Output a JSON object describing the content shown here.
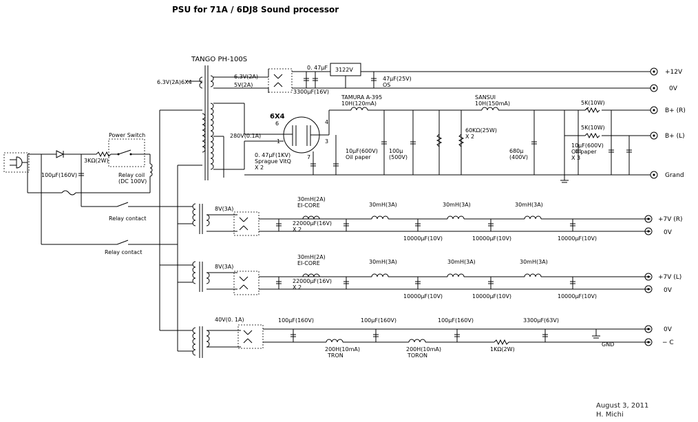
{
  "title": "PSU for 71A / 6DJ8 Sound processor",
  "transformer_main": "TANGO  PH-100S",
  "primary_note": "6.3V(2A)6X4",
  "sec_63": "6.3V(2A)",
  "sec_5v": "5V(2A)",
  "sec_280": "280V(0.1A)",
  "tube": "6X4",
  "pin4": "4",
  "pin6": "6",
  "pin1": "1",
  "pin3": "3",
  "pin7": "7",
  "reg_ic": "3122V",
  "c_047": "0. 47µF",
  "c_3300": "3300µF(16V)",
  "c_47_25": "47µF(25V)",
  "c_47_os": "OS",
  "c_sprague_1": "0. 47µF(1KV)",
  "c_sprague_2": "Sprague VitQ",
  "c_sprague_3": "X 2",
  "choke1_1": "TAMURA A-395",
  "choke1_2": "10H(120mA)",
  "choke2_1": "SANSUI",
  "choke2_2": "10H(150mA)",
  "c_10u600_1": "10µF(600V)",
  "c_10u600_2": "Oil paper",
  "c_100u500_1": "100µ",
  "c_100u500_2": "(500V)",
  "r_60k_1": "60KΩ(25W)",
  "r_60k_2": "X 2",
  "c_680_1": "680µ",
  "c_680_2": "(400V)",
  "c_10u600b_1": "10µF(600V)",
  "c_10u600b_2": "Oil paper",
  "c_10u600b_3": "X 3",
  "r_5k_1": "5K(10W)",
  "r_5k_2": "5K(10W)",
  "term_12v": "+12V",
  "term_0v_a": "0V",
  "term_bR": "B+ (R)",
  "term_bL": "B+ (L)",
  "term_grand": "Grand",
  "power_switch": "Power Switch",
  "r_3k": "3KΩ(2W)",
  "c_100_160": "100µF(160V)",
  "relay_coil_1": "Relay coil",
  "relay_coil_2": "(DC 100V)",
  "relay_contact_1": "Relay contact",
  "relay_contact_2": "Relay contact",
  "ch_R": {
    "sec": "8V(3A)",
    "choke_a_1": "30mH(2A)",
    "choke_a_2": "EI-CORE",
    "cap_a_1": "22000µF(16V)",
    "cap_a_2": "X 2",
    "choke_b": "30mH(3A)",
    "choke_c": "30mH(3A)",
    "choke_d": "30mH(3A)",
    "cap_b": "10000µF(10V)",
    "cap_c": "10000µF(10V)",
    "cap_d": "10000µF(10V)",
    "term_pos": "+7V  (R)",
    "term_0v": "0V"
  },
  "ch_L": {
    "sec": "8V(3A)",
    "choke_a_1": "30mH(2A)",
    "choke_a_2": "EI-CORE",
    "cap_a_1": "22000µF(16V)",
    "cap_a_2": "X 2",
    "choke_b": "30mH(3A)",
    "choke_c": "30mH(3A)",
    "choke_d": "30mH(3A)",
    "cap_b": "10000µF(10V)",
    "cap_c": "10000µF(10V)",
    "cap_d": "10000µF(10V)",
    "term_pos": "+7V  (L)",
    "term_0v": "0V"
  },
  "bias": {
    "sec": "40V(0. 1A)",
    "c1": "100µF(160V)",
    "c2": "100µF(160V)",
    "c3": "100µF(160V)",
    "c4": "3300µF(63V)",
    "l1_1": "200H(10mA)",
    "l1_2": "TRON",
    "l2_1": "200H(10mA)",
    "l2_2": "TORON",
    "r1": "1KΩ(2W)",
    "gnd": "GND",
    "term_0v": "0V",
    "term_c": "− C"
  },
  "footer_date": "August 3, 2011",
  "footer_author": "H. Michi"
}
